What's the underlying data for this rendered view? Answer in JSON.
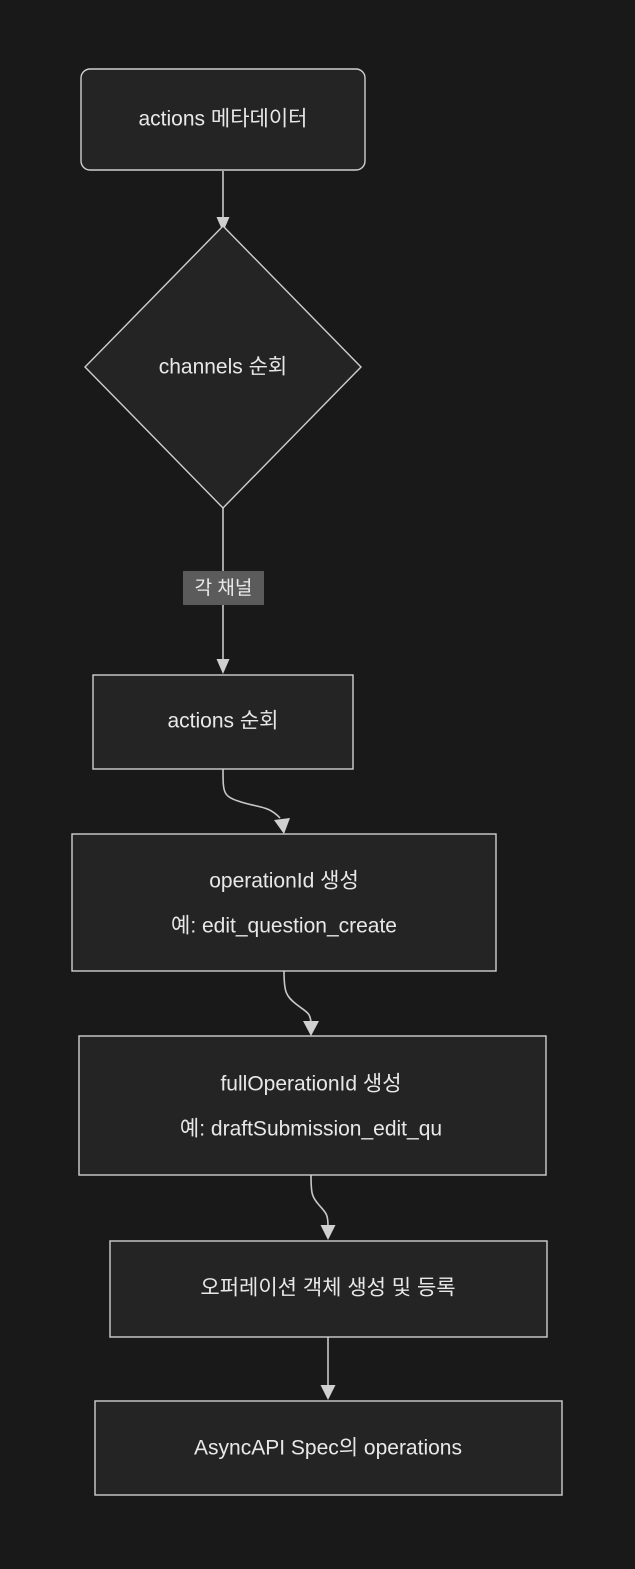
{
  "diagram": {
    "type": "flowchart",
    "direction": "top-to-bottom",
    "theme": "dark",
    "background_color": "#191919",
    "node_fill_color": "#242424",
    "node_border_color": "#cfcfcf",
    "text_color": "#e8e8e8",
    "edge_color": "#c8c8c8",
    "edge_label_background_color": "#5b5b5b"
  },
  "nodes": [
    {
      "id": "n1",
      "shape": "rounded-rectangle",
      "label": "actions 메타데이터",
      "lines": [
        "actions 메타데이터"
      ]
    },
    {
      "id": "n2",
      "shape": "diamond",
      "label": "channels 순회",
      "lines": [
        "channels 순회"
      ]
    },
    {
      "id": "n3",
      "shape": "rectangle",
      "label": "actions 순회",
      "lines": [
        "actions 순회"
      ]
    },
    {
      "id": "n4",
      "shape": "rectangle",
      "label": "operationId 생성 예: edit_question_create",
      "lines": [
        "operationId 생성",
        "예: edit_question_create"
      ]
    },
    {
      "id": "n5",
      "shape": "rectangle",
      "label": "fullOperationId 생성 예: draftSubmission_edit_qu",
      "lines": [
        "fullOperationId 생성",
        "예: draftSubmission_edit_qu"
      ]
    },
    {
      "id": "n6",
      "shape": "rectangle",
      "label": "오퍼레이션 객체 생성 및 등록",
      "lines": [
        "오퍼레이션 객체 생성 및 등록"
      ]
    },
    {
      "id": "n7",
      "shape": "rectangle",
      "label": "AsyncAPI Spec의 operations",
      "lines": [
        "AsyncAPI Spec의 operations"
      ]
    }
  ],
  "edges": [
    {
      "id": "e1",
      "from": "n1",
      "to": "n2",
      "label": ""
    },
    {
      "id": "e2",
      "from": "n2",
      "to": "n3",
      "label": "각 채널"
    },
    {
      "id": "e3",
      "from": "n3",
      "to": "n4",
      "label": ""
    },
    {
      "id": "e4",
      "from": "n4",
      "to": "n5",
      "label": ""
    },
    {
      "id": "e5",
      "from": "n5",
      "to": "n6",
      "label": ""
    },
    {
      "id": "e6",
      "from": "n6",
      "to": "n7",
      "label": ""
    }
  ]
}
